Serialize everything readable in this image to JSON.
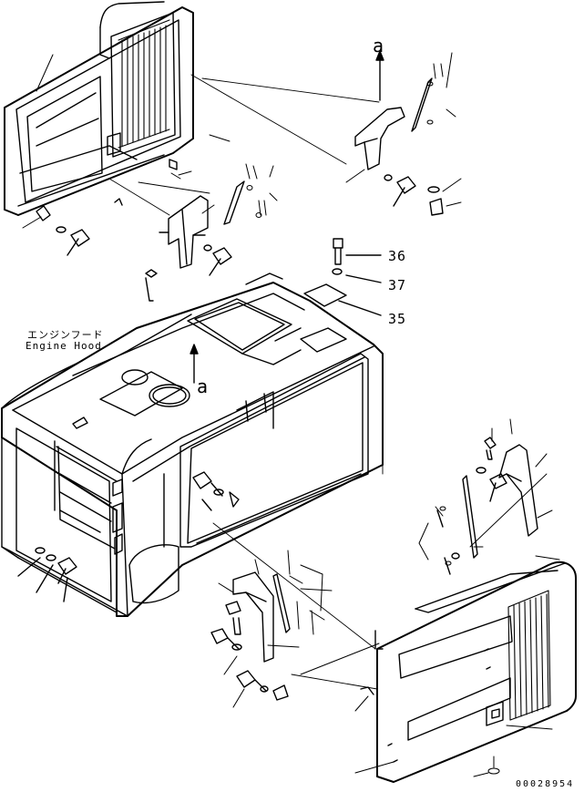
{
  "title": {
    "jp": "エンジンフード",
    "en": "Engine Hood"
  },
  "reference_marks": [
    "a",
    "a"
  ],
  "part_numbers": [
    "36",
    "37",
    "35"
  ],
  "drawing_number": "00028954",
  "colors": {
    "line": "#000000",
    "background": "#ffffff"
  }
}
